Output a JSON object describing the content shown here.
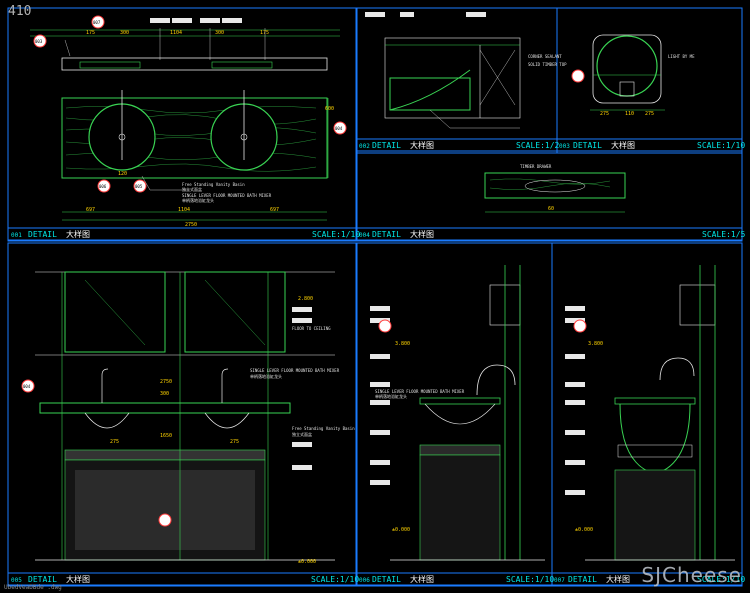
{
  "page_number": "410",
  "watermark": "SJCheese",
  "footer_note": "UbedVeaDBde .dwg",
  "colors": {
    "frame": "#1a7bff",
    "title": "#00e6e6",
    "line": "#e8e8e8",
    "green": "#39d353",
    "yellow": "#ffd400",
    "red": "#ff3b3b",
    "cyan": "#21d4ff",
    "tag": "#e0e0e0"
  },
  "panels": [
    {
      "id": "p1",
      "num": "001",
      "label": "DETAIL",
      "cn": "大样图",
      "scale": "SCALE:1/10"
    },
    {
      "id": "p2",
      "num": "002",
      "label": "DETAIL",
      "cn": "大样图",
      "scale": "SCALE:1/2"
    },
    {
      "id": "p3",
      "num": "003",
      "label": "DETAIL",
      "cn": "大样图",
      "scale": "SCALE:1/10"
    },
    {
      "id": "p4",
      "num": "004",
      "label": "DETAIL",
      "cn": "大样图",
      "scale": "SCALE:1/5"
    },
    {
      "id": "p5",
      "num": "005",
      "label": "DETAIL",
      "cn": "大样图",
      "scale": "SCALE:1/10"
    },
    {
      "id": "p6",
      "num": "006",
      "label": "DETAIL",
      "cn": "大样图",
      "scale": "SCALE:1/10"
    },
    {
      "id": "p7",
      "num": "007",
      "label": "DETAIL",
      "cn": "大样图",
      "scale": "SCALE:1/10"
    }
  ],
  "dims": {
    "p1_total": "2750",
    "p1_mid": "1104",
    "p1_left": "697",
    "p1_right": "697",
    "p1_side": "600",
    "p1_depth": "120",
    "p5_width": "2750",
    "p5_height": "1650",
    "p5_w2": "275",
    "p5_w3": "275",
    "p5_hsmall": "300",
    "p4_h": "60"
  },
  "levels": {
    "p5_top": "2.800",
    "p5_floor": "±0.000",
    "p6_top": "3.800",
    "p6_floor": "±0.000",
    "p7_top": "3.800",
    "p7_floor": "±0.000"
  },
  "tags": {
    "t1": "003",
    "t2": "007",
    "t3": "006",
    "t4": "005",
    "t5": "004",
    "t6": "004"
  },
  "notes": {
    "n1": "Free Standing Vanity Basin",
    "n2": "独立式面盆",
    "n3": "SINGLE LEVER FLOOR MOUNTED BATH MIXER",
    "n4": "单柄落地浴缸龙头",
    "n5": "CORNER SEALANT",
    "n6": "SOLID TIMBER TOP",
    "n7": "FLOOR TO CEILING",
    "n8": "LIGHT BY ME",
    "n9": "TIMBER DRAWER"
  }
}
